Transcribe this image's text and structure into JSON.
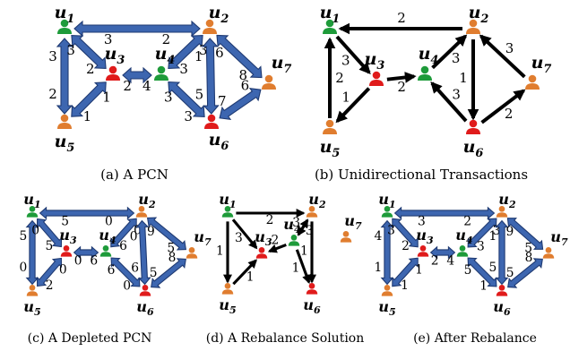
{
  "colors": {
    "green": "#1e9b3a",
    "orange": "#e07d2f",
    "red": "#e01b1b",
    "channel_fill": "#3d66b0",
    "channel_stroke": "#1f3a72",
    "arrow": "#000000"
  },
  "panels": [
    {
      "id": "a",
      "caption": "(a)  A PCN",
      "kind": "bidir",
      "nodes": [
        {
          "label": "u",
          "sub": "1",
          "color": "green"
        },
        {
          "label": "u",
          "sub": "2",
          "color": "orange"
        },
        {
          "label": "u",
          "sub": "3",
          "color": "red"
        },
        {
          "label": "u",
          "sub": "4",
          "color": "green"
        },
        {
          "label": "u",
          "sub": "5",
          "color": "orange"
        },
        {
          "label": "u",
          "sub": "6",
          "color": "red"
        },
        {
          "label": "u",
          "sub": "7",
          "color": "orange"
        }
      ],
      "edges": [
        {
          "from": "u1",
          "to": "u2",
          "a": "3",
          "b": "2"
        },
        {
          "from": "u1",
          "to": "u5",
          "a": "3",
          "b": "2"
        },
        {
          "from": "u1",
          "to": "u3",
          "a": "3",
          "b": "2"
        },
        {
          "from": "u3",
          "to": "u4",
          "a": "2",
          "b": "4"
        },
        {
          "from": "u5",
          "to": "u3",
          "a": "1",
          "b": "1"
        },
        {
          "from": "u4",
          "to": "u2",
          "a": "3",
          "b": "3"
        },
        {
          "from": "u2",
          "to": "u6",
          "a": "1",
          "b": "5"
        },
        {
          "from": "u2",
          "to": "u7",
          "a": "6",
          "b": "8"
        },
        {
          "from": "u4",
          "to": "u6",
          "a": "3",
          "b": "3"
        },
        {
          "from": "u7",
          "to": "u6",
          "a": "6",
          "b": "7"
        }
      ]
    },
    {
      "id": "b",
      "caption": "(b)  Unidirectional Transactions",
      "kind": "dir",
      "nodes": [
        {
          "label": "u",
          "sub": "1",
          "color": "green"
        },
        {
          "label": "u",
          "sub": "2",
          "color": "orange"
        },
        {
          "label": "u",
          "sub": "3",
          "color": "red"
        },
        {
          "label": "u",
          "sub": "4",
          "color": "green"
        },
        {
          "label": "u",
          "sub": "5",
          "color": "orange"
        },
        {
          "label": "u",
          "sub": "6",
          "color": "red"
        },
        {
          "label": "u",
          "sub": "7",
          "color": "orange"
        }
      ],
      "edges": [
        {
          "from": "u2",
          "to": "u1",
          "w": "2"
        },
        {
          "from": "u5",
          "to": "u1",
          "w": "2"
        },
        {
          "from": "u1",
          "to": "u3",
          "w": "3"
        },
        {
          "from": "u3",
          "to": "u5",
          "w": "1"
        },
        {
          "from": "u3",
          "to": "u4",
          "w": "2"
        },
        {
          "from": "u4",
          "to": "u2",
          "w": "3"
        },
        {
          "from": "u2",
          "to": "u6",
          "w": "1"
        },
        {
          "from": "u6",
          "to": "u4",
          "w": "3"
        },
        {
          "from": "u6",
          "to": "u7",
          "w": "2"
        },
        {
          "from": "u7",
          "to": "u2",
          "w": "3"
        }
      ]
    },
    {
      "id": "c",
      "caption": "(c)  A Depleted PCN",
      "kind": "bidir",
      "nodes": [
        {
          "label": "u",
          "sub": "1",
          "color": "green"
        },
        {
          "label": "u",
          "sub": "2",
          "color": "orange"
        },
        {
          "label": "u",
          "sub": "3",
          "color": "red"
        },
        {
          "label": "u",
          "sub": "4",
          "color": "green"
        },
        {
          "label": "u",
          "sub": "5",
          "color": "orange"
        },
        {
          "label": "u",
          "sub": "6",
          "color": "red"
        },
        {
          "label": "u",
          "sub": "7",
          "color": "orange"
        }
      ],
      "edges": [
        {
          "from": "u1",
          "to": "u2",
          "a": "5",
          "b": "0"
        },
        {
          "from": "u1",
          "to": "u5",
          "a": "5",
          "b": "0"
        },
        {
          "from": "u1",
          "to": "u3",
          "a": "0",
          "b": "5"
        },
        {
          "from": "u3",
          "to": "u4",
          "a": "0",
          "b": "6"
        },
        {
          "from": "u5",
          "to": "u3",
          "a": "2",
          "b": "0"
        },
        {
          "from": "u4",
          "to": "u2",
          "a": "6",
          "b": "0"
        },
        {
          "from": "u2",
          "to": "u6",
          "a": "0",
          "b": "6"
        },
        {
          "from": "u2",
          "to": "u7",
          "a": "9",
          "b": "5"
        },
        {
          "from": "u4",
          "to": "u6",
          "a": "6",
          "b": "0"
        },
        {
          "from": "u7",
          "to": "u6",
          "a": "8",
          "b": "5"
        }
      ]
    },
    {
      "id": "d",
      "caption": "(d)  A Rebalance Solution",
      "kind": "dir",
      "nodes": [
        {
          "label": "u",
          "sub": "1",
          "color": "green"
        },
        {
          "label": "u",
          "sub": "2",
          "color": "orange"
        },
        {
          "label": "u",
          "sub": "3",
          "color": "red"
        },
        {
          "label": "u",
          "sub": "4",
          "color": "green"
        },
        {
          "label": "u",
          "sub": "5",
          "color": "orange"
        },
        {
          "label": "u",
          "sub": "6",
          "color": "red"
        },
        {
          "label": "u",
          "sub": "7",
          "color": "orange"
        }
      ],
      "edges": [
        {
          "from": "u1",
          "to": "u2",
          "w": "2"
        },
        {
          "from": "u1",
          "to": "u5",
          "w": "1"
        },
        {
          "from": "u1",
          "to": "u3",
          "w": "3"
        },
        {
          "from": "u5",
          "to": "u3",
          "w": "1"
        },
        {
          "from": "u4",
          "to": "u3",
          "w": "2"
        },
        {
          "from": "u2",
          "to": "u4",
          "w": "3"
        },
        {
          "from": "u4",
          "to": "u2",
          "w": "3"
        },
        {
          "from": "u4",
          "to": "u6",
          "w": "1"
        },
        {
          "from": "u2",
          "to": "u6",
          "w": "1"
        }
      ]
    },
    {
      "id": "e",
      "caption": "(e)  After Rebalance",
      "kind": "bidir",
      "nodes": [
        {
          "label": "u",
          "sub": "1",
          "color": "green"
        },
        {
          "label": "u",
          "sub": "2",
          "color": "orange"
        },
        {
          "label": "u",
          "sub": "3",
          "color": "red"
        },
        {
          "label": "u",
          "sub": "4",
          "color": "green"
        },
        {
          "label": "u",
          "sub": "5",
          "color": "orange"
        },
        {
          "label": "u",
          "sub": "6",
          "color": "red"
        },
        {
          "label": "u",
          "sub": "7",
          "color": "orange"
        }
      ],
      "edges": [
        {
          "from": "u1",
          "to": "u2",
          "a": "3",
          "b": "2"
        },
        {
          "from": "u1",
          "to": "u5",
          "a": "4",
          "b": "1"
        },
        {
          "from": "u1",
          "to": "u3",
          "a": "3",
          "b": "2"
        },
        {
          "from": "u3",
          "to": "u4",
          "a": "2",
          "b": "4"
        },
        {
          "from": "u5",
          "to": "u3",
          "a": "1",
          "b": "1"
        },
        {
          "from": "u4",
          "to": "u2",
          "a": "3",
          "b": "3"
        },
        {
          "from": "u2",
          "to": "u6",
          "a": "1",
          "b": "5"
        },
        {
          "from": "u2",
          "to": "u7",
          "a": "9",
          "b": "5"
        },
        {
          "from": "u4",
          "to": "u6",
          "a": "5",
          "b": "1"
        },
        {
          "from": "u7",
          "to": "u6",
          "a": "8",
          "b": "5"
        }
      ]
    }
  ]
}
